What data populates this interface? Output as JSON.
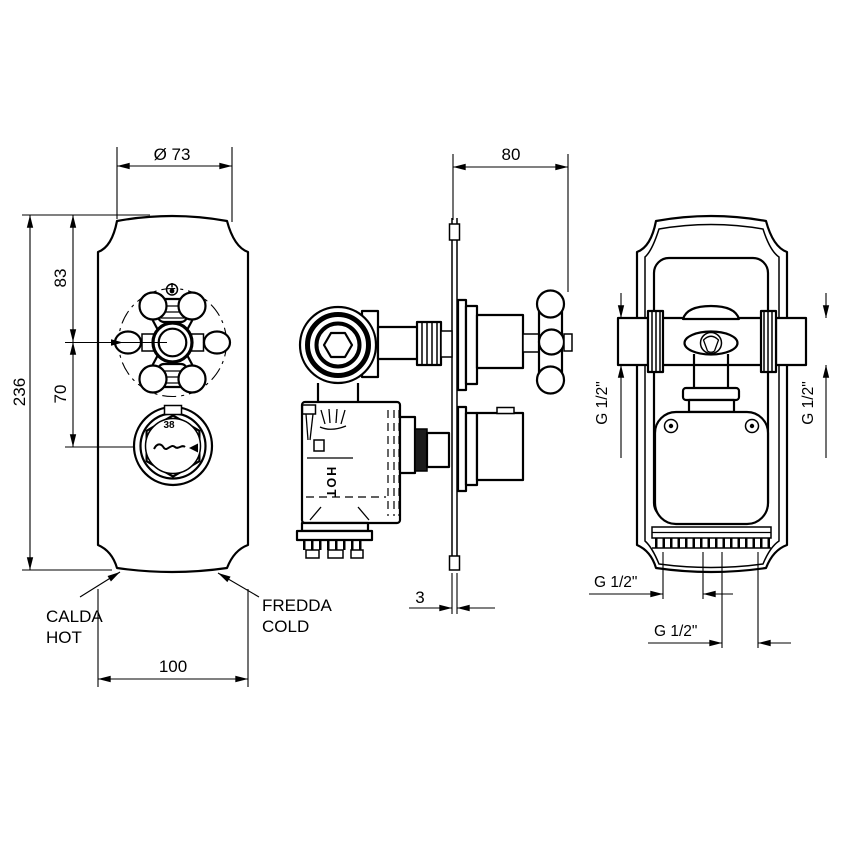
{
  "dimensions": {
    "front_diameter": "Ø 73",
    "front_overall_height": "236",
    "front_handle_to_top": "83",
    "front_handle_to_dial": "70",
    "front_plate_width": "100",
    "side_depth": "80",
    "side_wall_plate_thickness": "3"
  },
  "threads": {
    "rear_left": "G 1/2\"",
    "rear_right": "G 1/2\"",
    "rear_bottom_outlet_1": "G 1/2\"",
    "rear_bottom_outlet_2": "G 1/2\""
  },
  "labels": {
    "hot_italian": "CALDA",
    "hot_english": "HOT",
    "cold_italian": "FREDDA",
    "cold_english": "COLD",
    "body_marking_hot": "HOT",
    "dial_temperature": "38"
  },
  "colors": {
    "line": "#000000",
    "background": "#ffffff"
  }
}
